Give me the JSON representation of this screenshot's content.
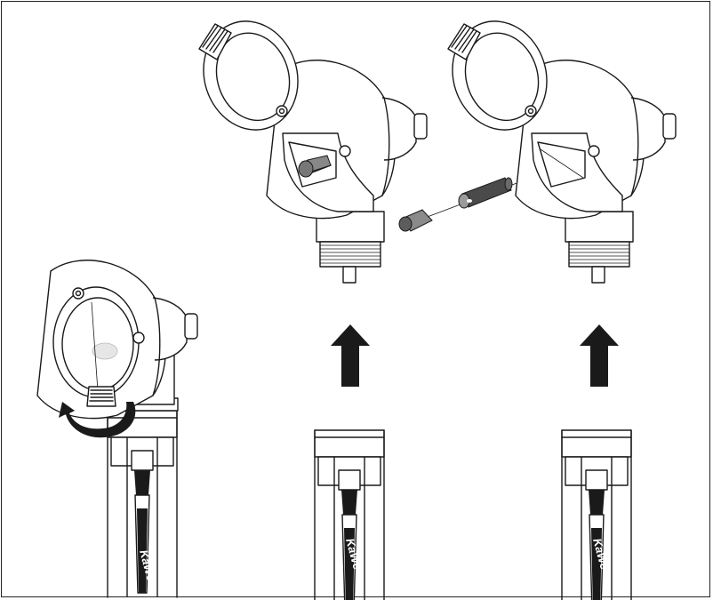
{
  "figure": {
    "brand_label": "KaWe",
    "colors": {
      "line": "#1a1a1a",
      "background": "#ffffff"
    },
    "steps": [
      {
        "id": "open-window",
        "icon": "rotate-arrow-icon"
      },
      {
        "id": "bulb-installed",
        "icon": "up-arrow-icon"
      },
      {
        "id": "bulb-removed",
        "icon": "up-arrow-icon"
      }
    ]
  }
}
